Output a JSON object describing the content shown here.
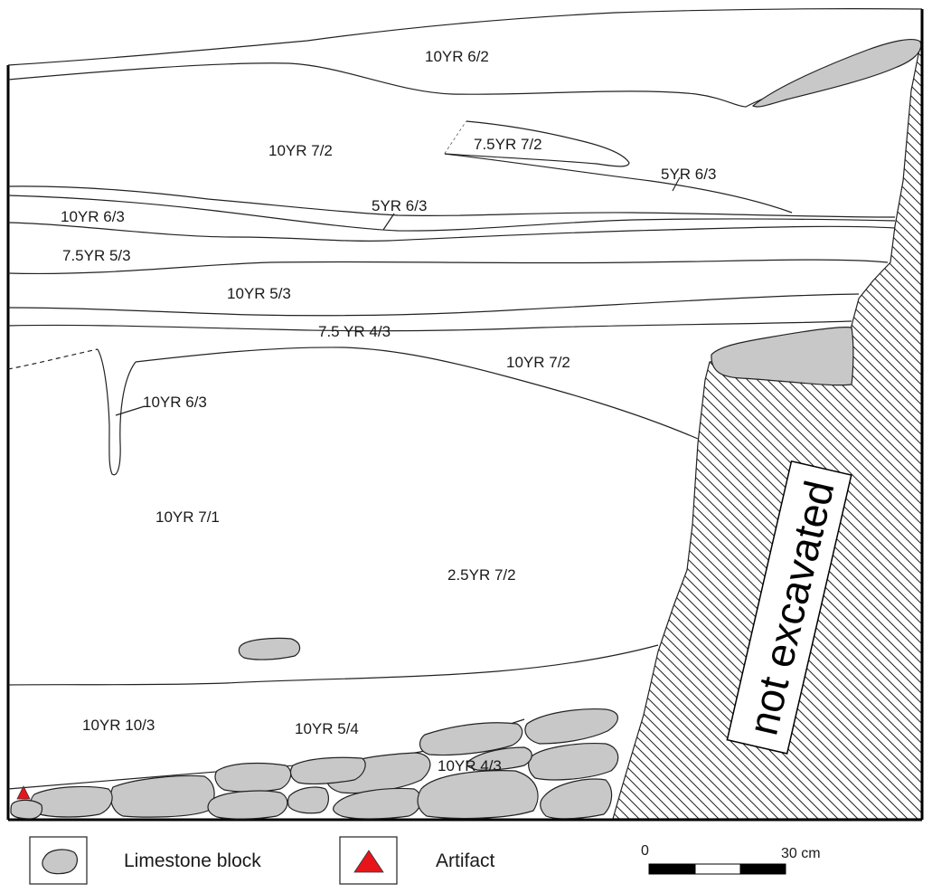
{
  "profile": {
    "layers": [
      {
        "id": "l-10yr62",
        "label": "10YR 6/2"
      },
      {
        "id": "l-10yr72-a",
        "label": "10YR 7/2"
      },
      {
        "id": "l-75yr72",
        "label": "7.5YR 7/2"
      },
      {
        "id": "l-5yr63-a",
        "label": "5YR 6/3"
      },
      {
        "id": "l-5yr63-b",
        "label": "5YR 6/3"
      },
      {
        "id": "l-10yr63-a",
        "label": "10YR 6/3"
      },
      {
        "id": "l-75yr53",
        "label": "7.5YR 5/3"
      },
      {
        "id": "l-10yr53",
        "label": "10YR 5/3"
      },
      {
        "id": "l-75yr43",
        "label": "7.5 YR 4/3"
      },
      {
        "id": "l-10yr72-b",
        "label": "10YR 7/2"
      },
      {
        "id": "l-10yr63-b",
        "label": "10YR 6/3"
      },
      {
        "id": "l-10yr71",
        "label": "10YR 7/1"
      },
      {
        "id": "l-25yr72",
        "label": "2.5YR 7/2"
      },
      {
        "id": "l-10yr103",
        "label": "10YR 10/3"
      },
      {
        "id": "l-10yr54",
        "label": "10YR 5/4"
      },
      {
        "id": "l-10yr43",
        "label": "10YR 4/3"
      }
    ],
    "not_excavated_label": "not excavated"
  },
  "legend": {
    "limestone_label": "Limestone block",
    "artifact_label": "Artifact",
    "stone_color": "#c8c8c8",
    "artifact_color": "#e8141b",
    "icons": {
      "limestone": "limestone-block-icon",
      "artifact": "artifact-triangle-icon"
    }
  },
  "scale": {
    "start_label": "0",
    "end_label": "30 cm"
  }
}
